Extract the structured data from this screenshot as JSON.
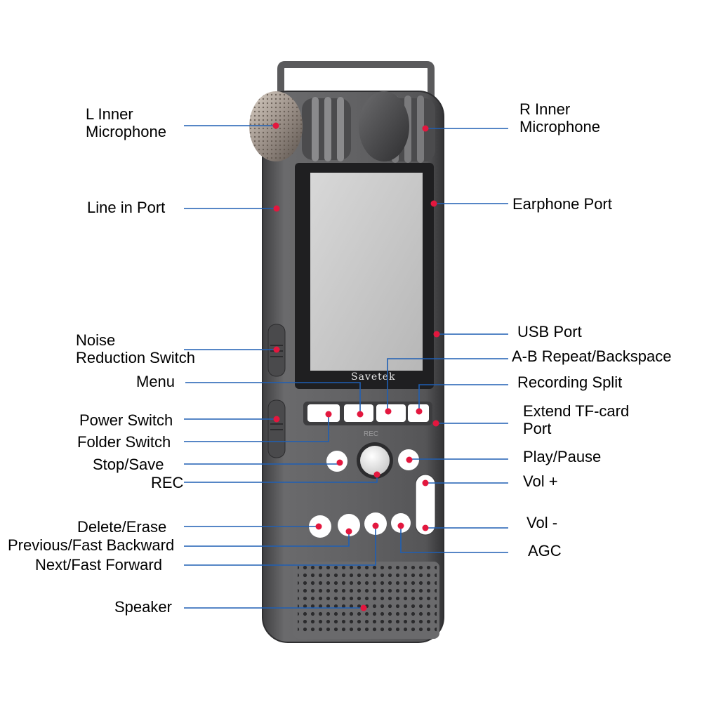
{
  "device": {
    "brand": "Savetek",
    "rec_marking": "REC"
  },
  "colors": {
    "leader_line": "#1f5fb4",
    "marker": "#e3173e",
    "body": "#5f5f61",
    "screen": "#c9c9c9"
  },
  "labels": {
    "l_inner_mic": {
      "line1": "L Inner",
      "line2": "Microphone"
    },
    "r_inner_mic": {
      "line1": "R Inner",
      "line2": "Microphone"
    },
    "line_in_port": "Line in Port",
    "earphone_port": "Earphone Port",
    "usb_port": "USB Port",
    "noise_reduction": {
      "line1": "Noise",
      "line2": "Reduction Switch"
    },
    "ab_repeat": "A-B Repeat/Backspace",
    "menu": "Menu",
    "recording_split": "Recording Split",
    "extend_tf": {
      "line1": "Extend TF-card",
      "line2": "Port"
    },
    "power_switch": "Power Switch",
    "folder_switch": "Folder Switch",
    "stop_save": "Stop/Save",
    "play_pause": "Play/Pause",
    "rec": "REC",
    "vol_up": "Vol +",
    "delete_erase": "Delete/Erase",
    "vol_down": "Vol -",
    "previous": "Previous/Fast Backward",
    "agc": "AGC",
    "next": "Next/Fast Forward",
    "speaker": "Speaker"
  }
}
